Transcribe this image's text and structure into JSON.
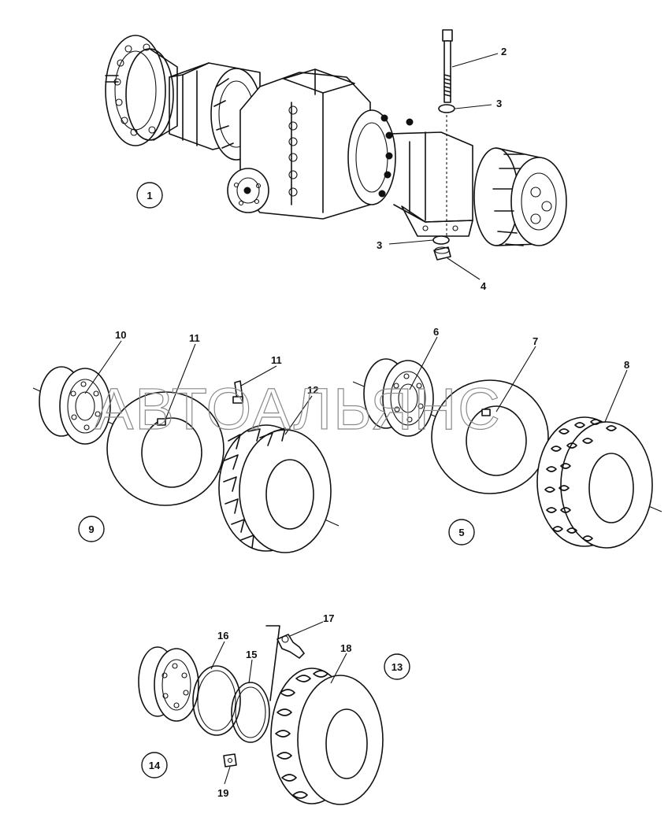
{
  "watermark": "АВТОАЛЬЯНС",
  "assembly_labels": [
    "1",
    "5",
    "9",
    "13",
    "14"
  ],
  "part_labels": {
    "p2": "2",
    "p3a": "3",
    "p3b": "3",
    "p4": "4",
    "p6": "6",
    "p7": "7",
    "p8": "8",
    "p10": "10",
    "p11a": "11",
    "p11b": "11",
    "p12": "12",
    "p15": "15",
    "p16": "16",
    "p17": "17",
    "p18": "18",
    "p19": "19"
  }
}
